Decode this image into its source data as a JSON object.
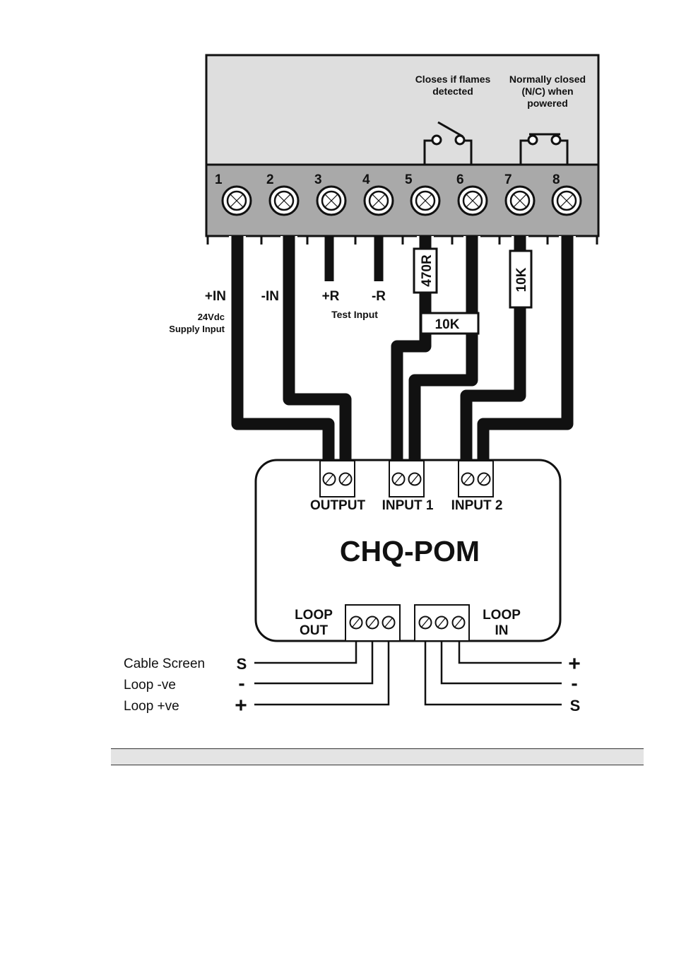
{
  "detector": {
    "switch_labels": {
      "flame_relay": [
        "Closes if flames",
        "detected"
      ],
      "fault_relay": [
        "Normally closed",
        "(N/C) when",
        "powered"
      ]
    },
    "terminals": [
      "1",
      "2",
      "3",
      "4",
      "5",
      "6",
      "7",
      "8"
    ]
  },
  "wiring": {
    "plus_in": "+IN",
    "minus_in": "-IN",
    "supply_note": [
      "24Vdc",
      "Supply Input"
    ],
    "plus_r": "+R",
    "minus_r": "-R",
    "test_input": "Test Input",
    "resistor_470r": "470R",
    "resistor_10k_h": "10K",
    "resistor_10k_v": "10K"
  },
  "module": {
    "title": "CHQ-POM",
    "output_label": "OUTPUT",
    "input1_label": "INPUT 1",
    "input2_label": "INPUT 2",
    "loop_out": [
      "LOOP",
      "OUT"
    ],
    "loop_in": [
      "LOOP",
      "IN"
    ]
  },
  "loop_legend": {
    "labels": [
      "Cable Screen",
      "Loop -ve",
      "Loop +ve"
    ],
    "left_symbols": [
      "S",
      "-",
      "+"
    ],
    "right_symbols": [
      "+",
      "-",
      "S"
    ]
  }
}
